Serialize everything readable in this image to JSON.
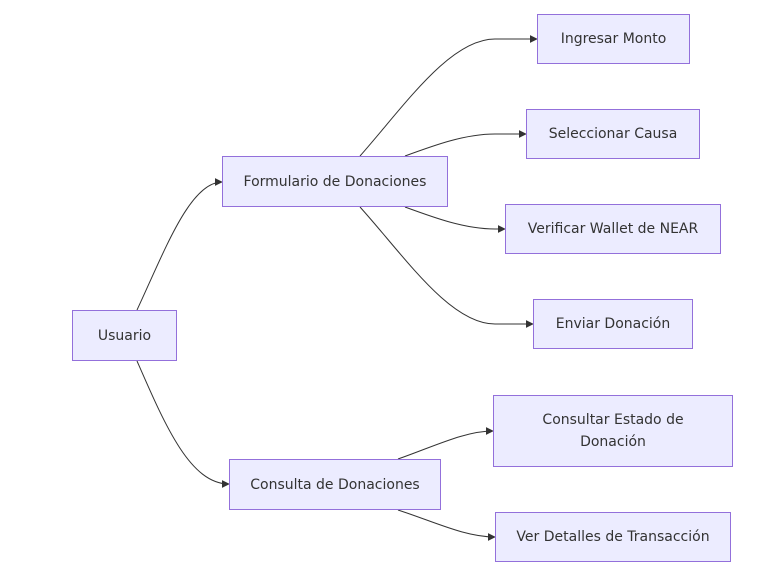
{
  "theme": {
    "node_fill": "#ececff",
    "node_border": "#9370db",
    "edge_color": "#333333",
    "text_color": "#333333"
  },
  "nodes": {
    "usuario": "Usuario",
    "formulario": "Formulario de Donaciones",
    "consulta": "Consulta de Donaciones",
    "ingresar_monto": "Ingresar Monto",
    "seleccionar_causa": "Seleccionar Causa",
    "verificar_wallet": "Verificar Wallet de NEAR",
    "enviar_donacion": "Enviar Donación",
    "consultar_estado": "Consultar Estado de Donación",
    "ver_detalles": "Ver Detalles de Transacción"
  },
  "edges": [
    {
      "from": "usuario",
      "to": "formulario"
    },
    {
      "from": "usuario",
      "to": "consulta"
    },
    {
      "from": "formulario",
      "to": "ingresar_monto"
    },
    {
      "from": "formulario",
      "to": "seleccionar_causa"
    },
    {
      "from": "formulario",
      "to": "verificar_wallet"
    },
    {
      "from": "formulario",
      "to": "enviar_donacion"
    },
    {
      "from": "consulta",
      "to": "consultar_estado"
    },
    {
      "from": "consulta",
      "to": "ver_detalles"
    }
  ]
}
